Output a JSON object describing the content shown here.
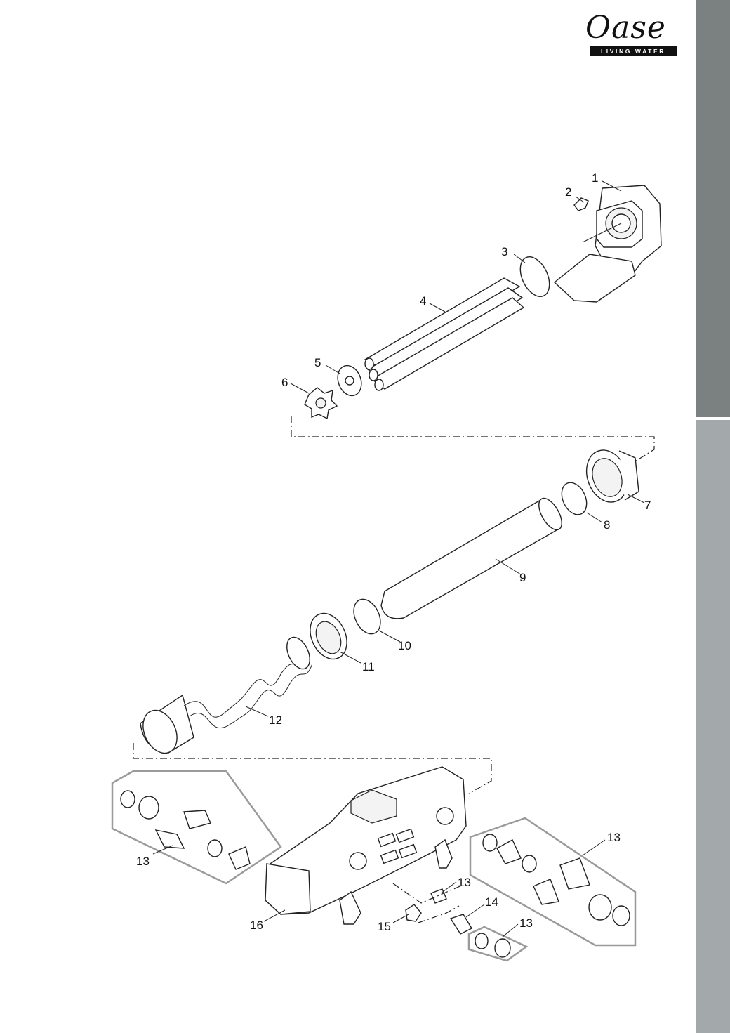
{
  "brand": {
    "name": "Oase",
    "tagline": "LIVING WATER",
    "color": "#111111"
  },
  "colors": {
    "tab_dark": "#7b8080",
    "tab_light": "#a3a8aa",
    "box_outline": "#9a9a9a"
  },
  "callouts": {
    "c1": "1",
    "c2": "2",
    "c3": "3",
    "c4": "4",
    "c5": "5",
    "c6": "6",
    "c7": "7",
    "c8": "8",
    "c9": "9",
    "c10": "10",
    "c11": "11",
    "c12": "12",
    "c13a": "13",
    "c13b": "13",
    "c13c": "13",
    "c13d": "13",
    "c14": "14",
    "c15": "15",
    "c16": "16"
  }
}
